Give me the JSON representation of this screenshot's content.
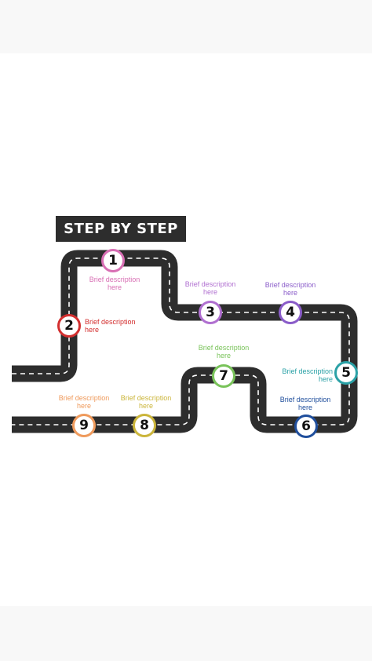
{
  "title": "STEP BY STEP",
  "road_color": "#2d2d2d",
  "steps": [
    {
      "number": "1",
      "description": "Brief description here",
      "color": "#d86fb4"
    },
    {
      "number": "2",
      "description": "Brief description here",
      "color": "#d32f2f"
    },
    {
      "number": "3",
      "description": "Brief description here",
      "color": "#b06fd0"
    },
    {
      "number": "4",
      "description": "Brief description here",
      "color": "#8a5cc9"
    },
    {
      "number": "5",
      "description": "Brief description here",
      "color": "#2aa1a6"
    },
    {
      "number": "6",
      "description": "Brief description here",
      "color": "#1f4e9c"
    },
    {
      "number": "7",
      "description": "Brief description here",
      "color": "#79c35a"
    },
    {
      "number": "8",
      "description": "Brief description here",
      "color": "#cbb53a"
    },
    {
      "number": "9",
      "description": "Brief description here",
      "color": "#ef9a5c"
    }
  ]
}
